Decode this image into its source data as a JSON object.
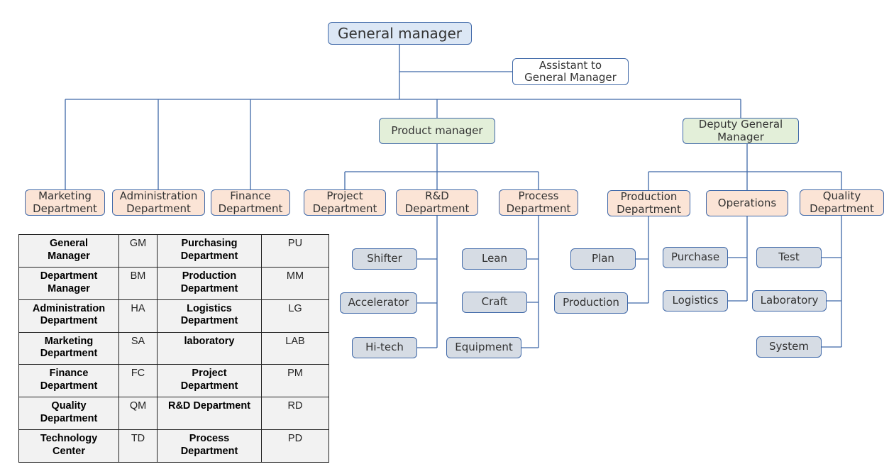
{
  "nodes": {
    "gm": "General manager",
    "assistant": "Assistant to\nGeneral Manager",
    "product_manager": "Product manager",
    "deputy": "Deputy General\nManager",
    "marketing": "Marketing\nDepartment",
    "administration": "Administration\nDepartment",
    "finance": "Finance\nDepartment",
    "project": "Project\nDepartment",
    "rnd": "R&D\nDepartment",
    "process": "Process\nDepartment",
    "production_dept": "Production\nDepartment",
    "operations": "Operations",
    "quality": "Quality\nDepartment",
    "shifter": "Shifter",
    "accelerator": "Accelerator",
    "hitech": "Hi-tech",
    "lean": "Lean",
    "craft": "Craft",
    "equipment": "Equipment",
    "plan": "Plan",
    "production": "Production",
    "purchase": "Purchase",
    "logistics": "Logistics",
    "test": "Test",
    "laboratory": "Laboratory",
    "system": "System"
  },
  "legend": {
    "rows": [
      {
        "n1": "General\nManager",
        "c1": "GM",
        "n2": "Purchasing\nDepartment",
        "c2": "PU"
      },
      {
        "n1": "Department\nManager",
        "c1": "BM",
        "n2": "Production\nDepartment",
        "c2": "MM"
      },
      {
        "n1": "Administration\nDepartment",
        "c1": "HA",
        "n2": "Logistics\nDepartment",
        "c2": "LG"
      },
      {
        "n1": "Marketing\nDepartment",
        "c1": "SA",
        "n2": "laboratory",
        "c2": "LAB"
      },
      {
        "n1": "Finance\nDepartment",
        "c1": "FC",
        "n2": "Project\nDepartment",
        "c2": "PM"
      },
      {
        "n1": "Quality\nDepartment",
        "c1": "QM",
        "n2": "R&D Department",
        "c2": "RD"
      },
      {
        "n1": "Technology\nCenter",
        "c1": "TD",
        "n2": "Process\nDepartment",
        "c2": "PD"
      }
    ]
  },
  "colors": {
    "line": "#3f68a8",
    "top_fill": "#dce7f5",
    "manager_fill": "#e3efd9",
    "department_fill": "#fbe4d6",
    "unit_fill": "#d6dce4"
  }
}
